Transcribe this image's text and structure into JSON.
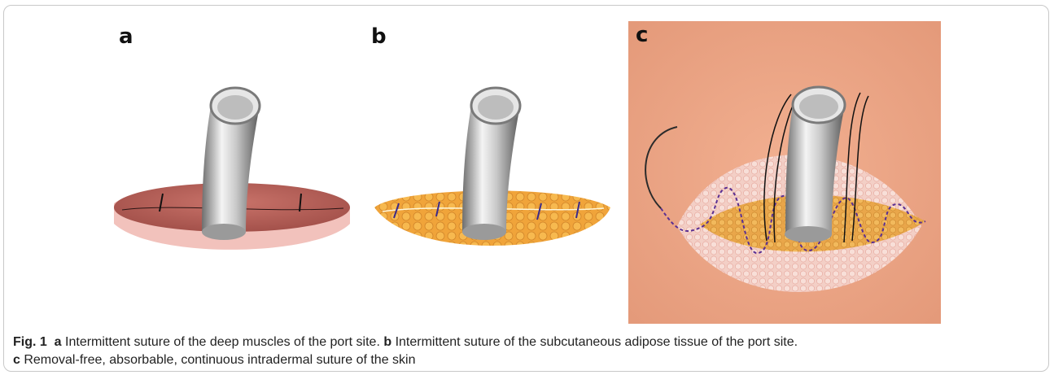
{
  "panels": {
    "a": {
      "label": "a"
    },
    "b": {
      "label": "b"
    },
    "c": {
      "label": "c"
    }
  },
  "caption": {
    "fig_label": "Fig. 1",
    "a_key": "a",
    "a_text": " Intermittent suture of the deep muscles of the port site. ",
    "b_key": "b",
    "b_text": " Intermittent suture of the subcutaneous adipose tissue of the port site.",
    "c_key": "c",
    "c_text": " Removal-free, absorbable, continuous intradermal suture of the skin"
  },
  "colors": {
    "muscle": "#b9615a",
    "muscle_edge": "#f2b9b4",
    "fat": "#f0a43a",
    "skin": "#e9a07e",
    "suture_purple": "#6b3fa0",
    "tube_metal": "#b8b8b8"
  }
}
